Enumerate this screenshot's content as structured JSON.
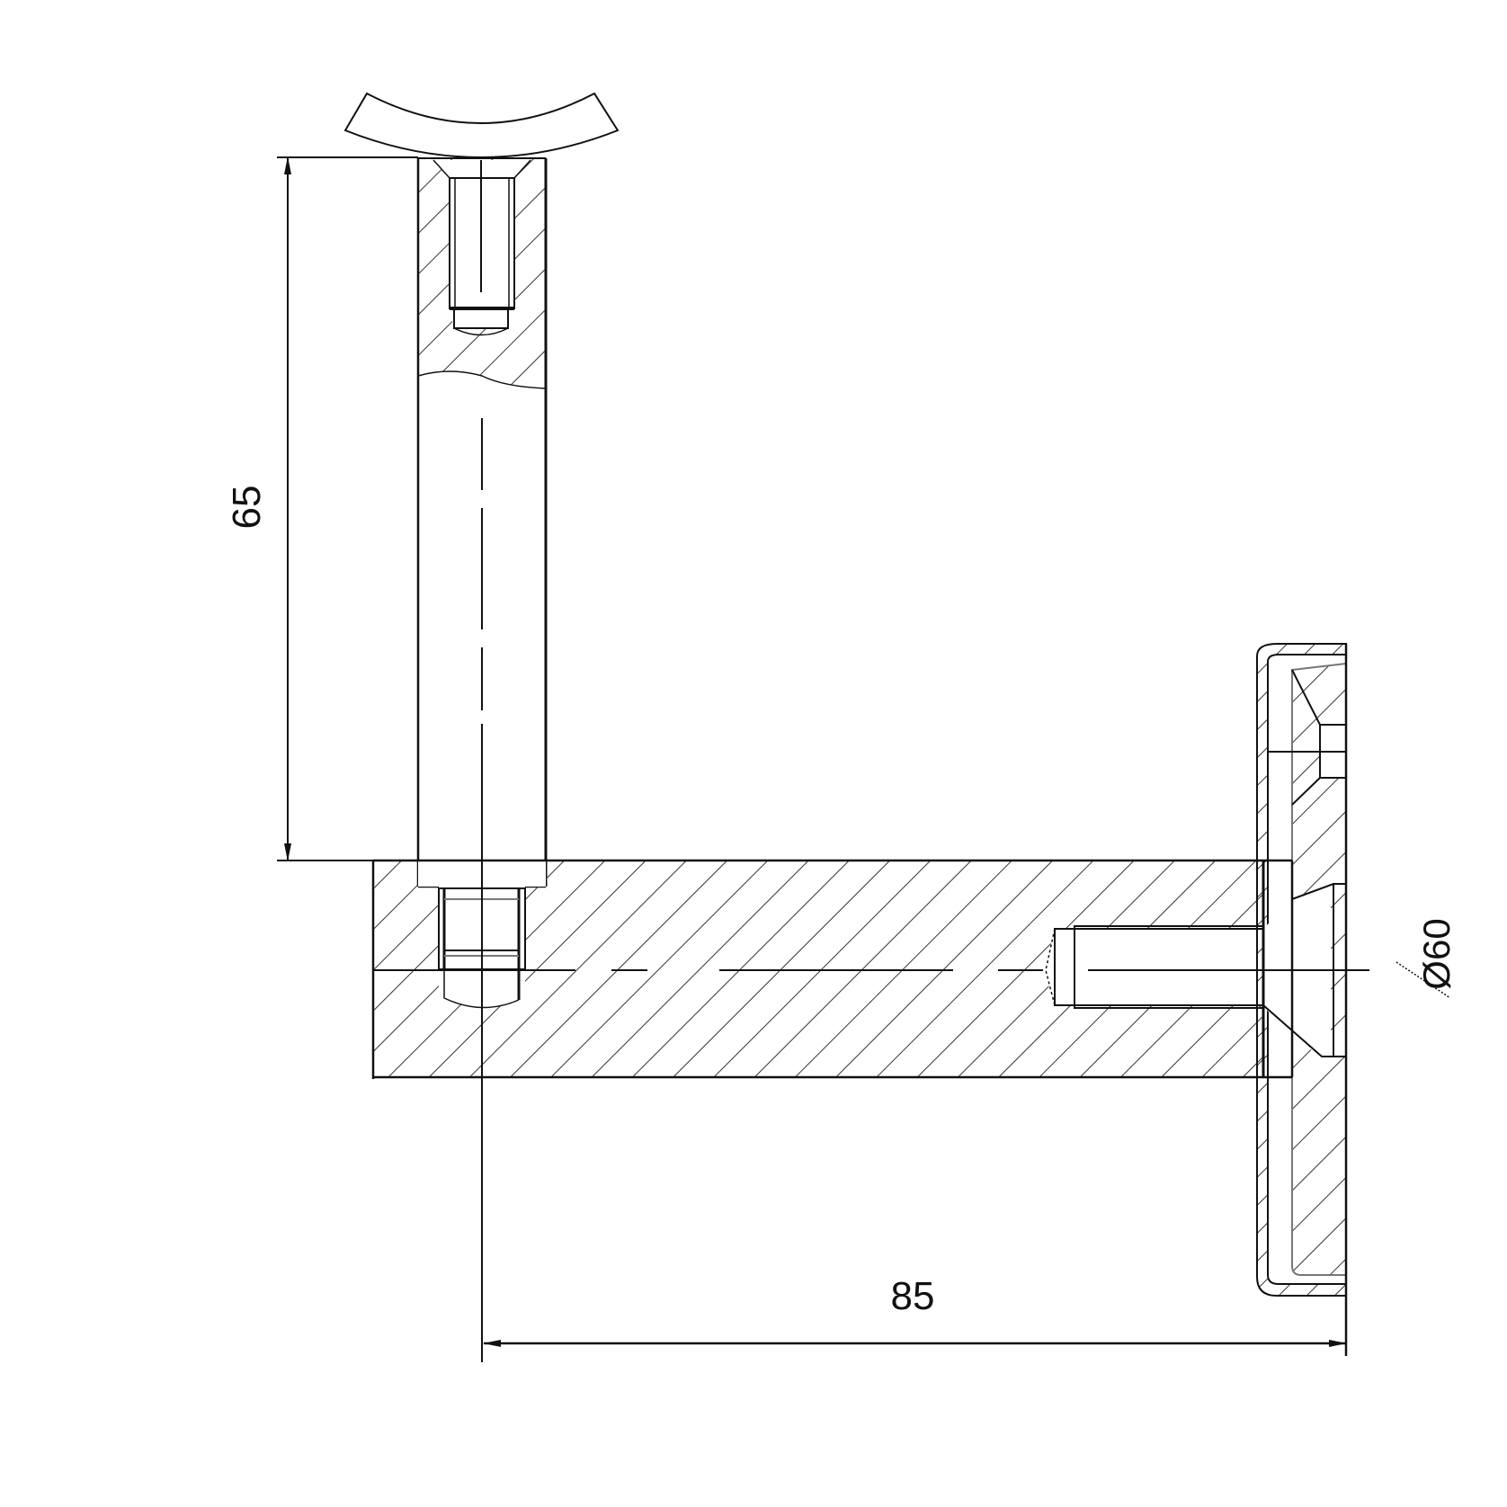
{
  "drawing": {
    "title": "Handrail bracket — section view",
    "line_color": "#111111",
    "hatch_color": "#333333",
    "background": "#ffffff"
  },
  "dimensions": {
    "post_height": {
      "label": "65",
      "orientation": "vertical"
    },
    "projection": {
      "label": "85",
      "orientation": "horizontal"
    },
    "plate_diameter": {
      "label": "Ø60",
      "orientation": "vertical"
    }
  },
  "parts": [
    {
      "id": "saddle",
      "label": "saddle"
    },
    {
      "id": "post",
      "label": "vertical post"
    },
    {
      "id": "arm",
      "label": "horizontal arm"
    },
    {
      "id": "wall-plate",
      "label": "wall plate with cover"
    },
    {
      "id": "top-screw-bore",
      "label": "threaded bore (top)"
    },
    {
      "id": "arm-screw-bore",
      "label": "threaded bore (arm)"
    }
  ]
}
